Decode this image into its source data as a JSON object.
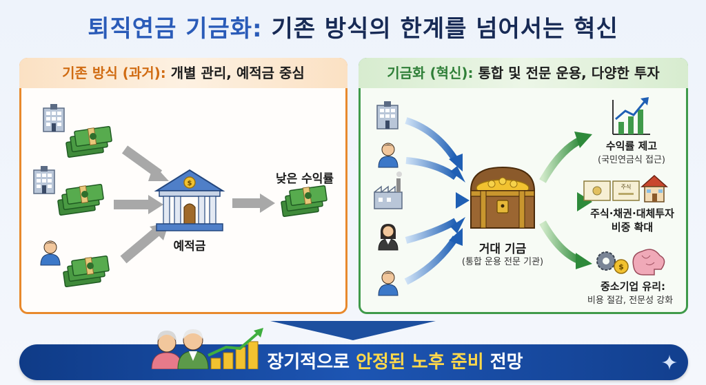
{
  "title": {
    "prefix": "퇴직연금 기금화:",
    "rest": " 기존 방식의 한계를 넘어서는 혁신"
  },
  "left_panel": {
    "heading_hl": "기존 방식 (과거):",
    "heading_rest": " 개별 관리, 예적금 중심",
    "center_label": "예적금",
    "result_label": "낮은 수익률"
  },
  "right_panel": {
    "heading_hl": "기금화 (혁신):",
    "heading_rest": " 통합 및 전문 운용, 다양한 투자",
    "fund_label": "거대 기금",
    "fund_sublabel": "(통합 운용 전문 기관)",
    "outcome1_title": "수익률 제고",
    "outcome1_sub": "(국민연금식 접근)",
    "outcome2_title_line1": "주식·채권·대체투자",
    "outcome2_title_line2": "비중 확대",
    "cert_text": "주식",
    "outcome3_title": "중소기업 유리:",
    "outcome3_sub": "비용 절감, 전문성 강화"
  },
  "banner": {
    "pre": "장기적으로 ",
    "hl": "안정된 노후 준비",
    "post": " 전망"
  },
  "colors": {
    "title_navy": "#172a55",
    "title_blue": "#2a5bb8",
    "left_border": "#e8892c",
    "right_border": "#3f9a4a",
    "banner_blue": "#1d55b3",
    "banner_highlight": "#ffd84a"
  }
}
